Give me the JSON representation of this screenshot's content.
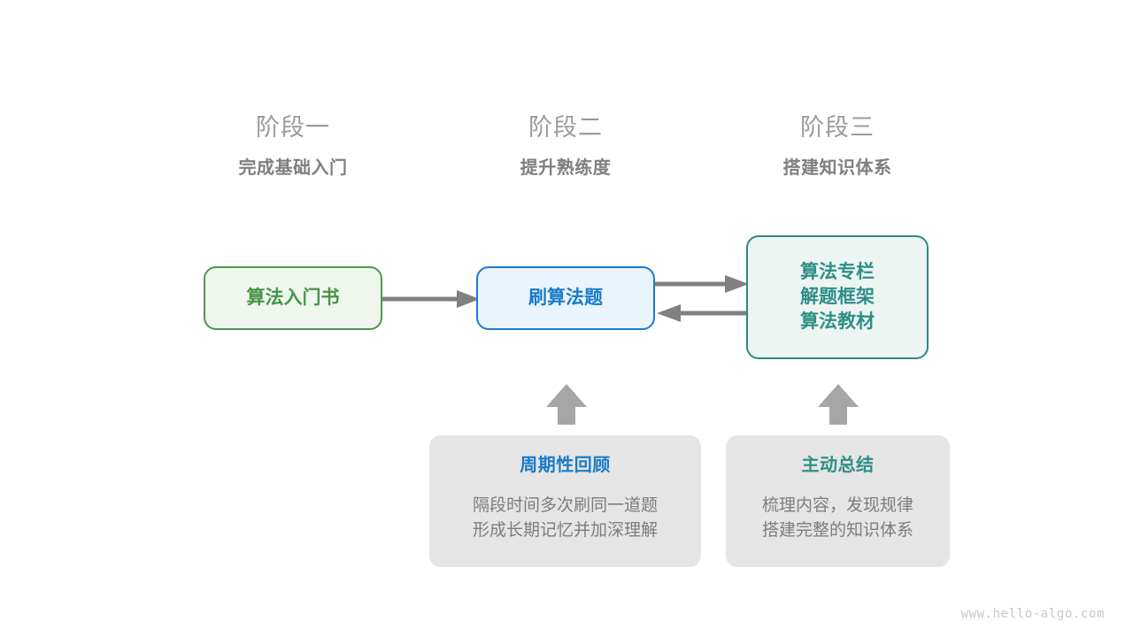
{
  "stages": [
    {
      "id": "stage-1",
      "title": "阶段一",
      "subtitle": "完成基础入门"
    },
    {
      "id": "stage-2",
      "title": "阶段二",
      "subtitle": "提升熟练度"
    },
    {
      "id": "stage-3",
      "title": "阶段三",
      "subtitle": "搭建知识体系"
    }
  ],
  "boxes": {
    "intro_book": {
      "label": "算法入门书"
    },
    "practice": {
      "label": "刷算法题"
    },
    "resources": {
      "line1": "算法专栏",
      "line2": "解题框架",
      "line3": "算法教材"
    }
  },
  "cards": [
    {
      "title": "周期性回顾",
      "line1": "隔段时间多次刷同一道题",
      "line2": "形成长期记忆并加深理解"
    },
    {
      "title": "主动总结",
      "line1": "梳理内容，发现规律",
      "line2": "搭建完整的知识体系"
    }
  ],
  "watermark": "www.hello-algo.com",
  "colors": {
    "green": "#479447",
    "green_border": "#51964f",
    "green_fill": "#eff6ee",
    "blue": "#1a7cc8",
    "blue_border": "#1b7ad0",
    "blue_fill": "#e9f4fd",
    "teal": "#2f8f86",
    "teal_border": "#2c8a80",
    "teal_fill": "#edf5f3",
    "card_fill": "#e5e5e5",
    "arrow_gray": "#808080",
    "block_arrow_gray": "#a6a6a6",
    "stage_title_gray": "#9b9b9b",
    "stage_sub_gray": "#7f7f7f",
    "body_gray": "#7d7d7d",
    "watermark_gray": "#c8c8c8"
  },
  "icons": {
    "arrow_right_intro_to_practice": "arrow-right-icon",
    "arrow_right_practice_to_resources": "arrow-right-icon",
    "arrow_left_resources_to_practice": "arrow-left-icon",
    "block_arrow_review": "block-arrow-up-icon",
    "block_arrow_summary": "block-arrow-up-icon"
  }
}
